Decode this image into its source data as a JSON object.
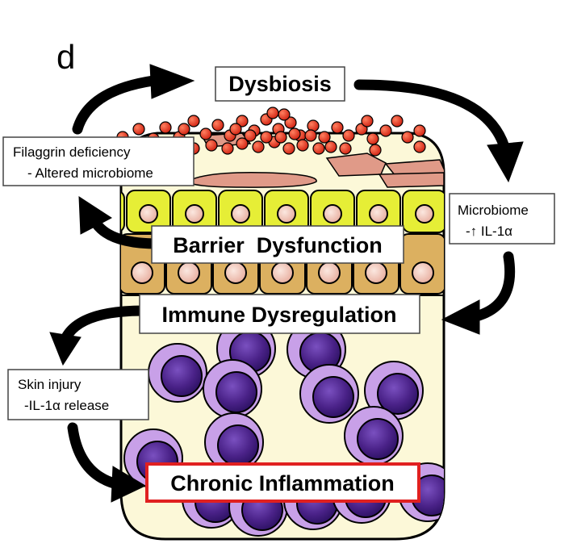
{
  "panel_letter": "d",
  "labels": {
    "dysbiosis": "Dysbiosis",
    "barrier": "Barrier  Dysfunction",
    "immune": "Immune Dysregulation",
    "chronic": "Chronic Inflammation"
  },
  "annotations": {
    "filaggrin_line1": "Filaggrin deficiency",
    "filaggrin_line2": "- Altered microbiome",
    "microbiome_line1": "Microbiome",
    "microbiome_line2": "-↑ IL-1α",
    "injury_line1": "Skin injury",
    "injury_line2": "-IL-1α release"
  },
  "colors": {
    "tissue": "#fcf8d8",
    "granular_cell": "#e6ee36",
    "basal_cell": "#dcb060",
    "nucleus": "#f0c4b8",
    "bacteria": "#e8331c",
    "flake": "#e09a88",
    "immune_outer": "#c8a0e8",
    "immune_inner": "#4a2288",
    "chronic_border": "#e02020"
  }
}
